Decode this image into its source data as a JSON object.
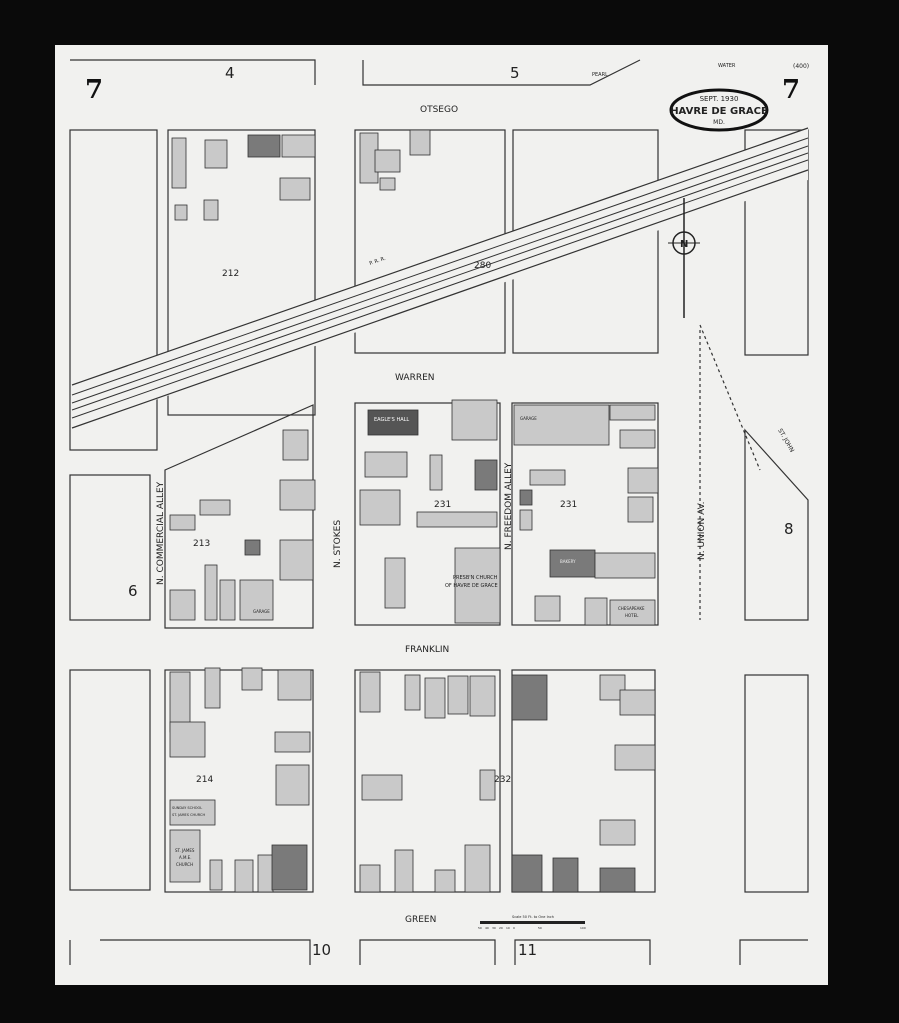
{
  "sheet": {
    "number_left": "7",
    "number_right": "7",
    "adjoining": [
      "4",
      "5",
      "6",
      "8",
      "10",
      "11"
    ],
    "index_note": "(400)"
  },
  "title": {
    "date": "SEPT. 1930",
    "city": "HAVRE DE GRACE",
    "state": "MD."
  },
  "streets": {
    "otsego": "OTSEGO",
    "warren": "WARREN",
    "franklin": "FRANKLIN",
    "green": "GREEN",
    "stokes": "N. STOKES",
    "freedom_alley": "N. FREEDOM ALLEY",
    "commercial_alley": "N. COMMERCIAL ALLEY",
    "union": "N. UNION AV.",
    "st_john": "ST. JOHN",
    "pearl": "PEARL",
    "water": "WATER",
    "railroad": "P. R. R."
  },
  "blocks": [
    "212",
    "280",
    "231",
    "231",
    "213",
    "214",
    "232"
  ],
  "landmarks": {
    "eagles_hall": "EAGLE'S HALL",
    "presbyterian": [
      "PRESB'N CHURCH",
      "OF HAVRE DE GRACE"
    ],
    "garage": "GARAGE",
    "hotel": [
      "CHESAPEAKE",
      "HOTEL"
    ],
    "st_james": [
      "ST. JAMES",
      "A.M.E.",
      "CHURCH"
    ],
    "sunday_school": [
      "SUNDAY SCHOOL",
      "ST. JAMES CHURCH"
    ],
    "bakery": "BAKERY"
  },
  "scale": {
    "label": "Scale 50 Ft. to One Inch",
    "ticks": [
      "50",
      "40",
      "30",
      "20",
      "10",
      "0",
      "50",
      "100"
    ]
  },
  "colors": {
    "paper": "#f1f1ef",
    "ink": "#222222",
    "building": "#c9c9c9",
    "brick": "#7a7a7a"
  }
}
